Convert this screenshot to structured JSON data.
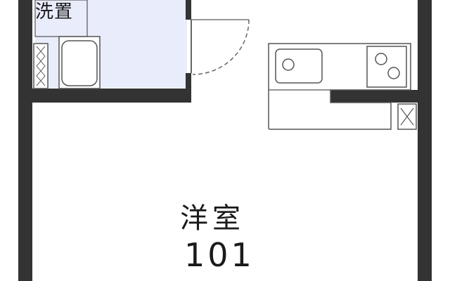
{
  "labels": {
    "washroom": "洗置",
    "room_name": "洋室",
    "room_number": "101"
  },
  "colors": {
    "wall": "#333333",
    "wet_area_fill": "#e8ecfb",
    "line": "#555555",
    "background": "#ffffff"
  },
  "icons": [
    "door-swing-icon",
    "sink-icon",
    "stove-icon",
    "toilet-icon",
    "vent-icon",
    "shelf-icon"
  ]
}
